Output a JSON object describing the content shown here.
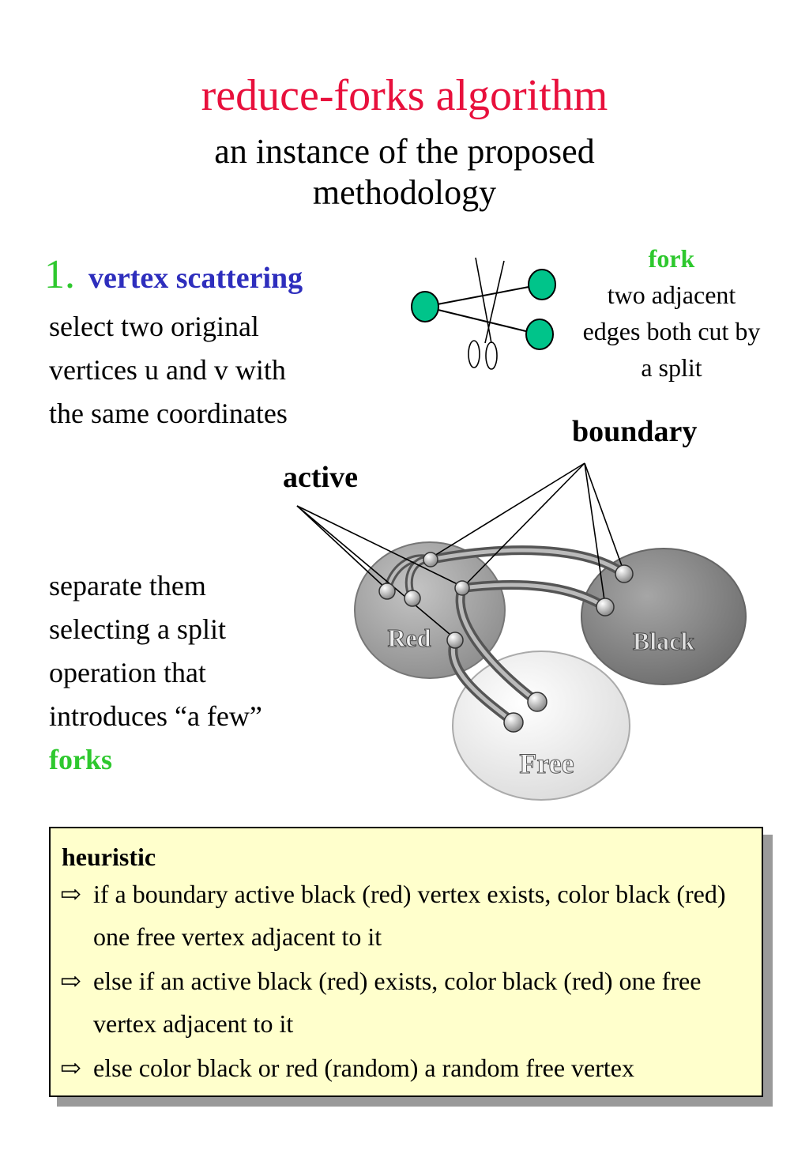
{
  "title": "reduce-forks algorithm",
  "subtitle": "an instance of the proposed methodology",
  "step": {
    "number": "1.",
    "title": "vertex scattering"
  },
  "paragraph1": "select two original vertices u and v with the same coordinates",
  "paragraph2": {
    "text": "separate them selecting a split operation that introduces “a few”",
    "highlight": "forks"
  },
  "fork_definition": {
    "title": "fork",
    "text": "two adjacent edges both cut by a split"
  },
  "labels": {
    "boundary": "boundary",
    "active": "active"
  },
  "sets": {
    "red": "Red",
    "black": "Black",
    "free": "Free"
  },
  "heuristic": {
    "title": "heuristic",
    "rules": [
      "if a boundary active black (red) vertex exists, color black (red) one free vertex adjacent to it",
      "else if an active black (red) exists, color black (red) one free vertex adjacent to it",
      "else color black or red (random) a random free vertex"
    ]
  },
  "colors": {
    "title": "#e8103c",
    "step_number": "#2ec82e",
    "step_title": "#2e2ebd",
    "fork": "#2ec82e",
    "fork_vertex": "#00c48a",
    "highlight": "#2ec82e",
    "box_fill": "#ffffcc",
    "red_set": "#9c9c9c",
    "black_set": "#8a8a8a",
    "free_set": "#eeeeee"
  },
  "icons": {
    "scissors": "scissors-icon",
    "bullet": "hollow-right-arrow-icon"
  }
}
